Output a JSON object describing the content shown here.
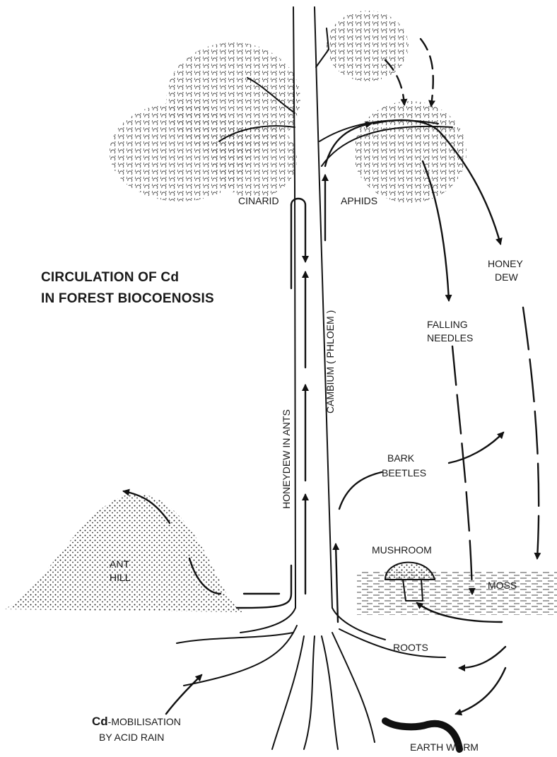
{
  "title": {
    "line1": "CIRCULATION OF Cd",
    "line2": "IN FOREST BIOCOENOSIS"
  },
  "labels": {
    "cinarid": "CINARID",
    "aphids": "APHIDS",
    "honey_dew_1": "HONEY",
    "honey_dew_2": "DEW",
    "falling_needles_1": "FALLING",
    "falling_needles_2": "NEEDLES",
    "honeydew_in_ants": "HONEYDEW IN ANTS",
    "cambium": "CAMBIUM ( PHLOEM )",
    "bark_beetles_1": "BARK",
    "bark_beetles_2": "BEETLES",
    "ant_hill_1": "ANT",
    "ant_hill_2": "HILL",
    "mushroom": "MUSHROOM",
    "moss": "MOSS",
    "roots": "ROOTS",
    "cd_mobilisation_cd": "Cd",
    "cd_mobilisation_rest": "-MOBILISATION",
    "cd_mobilisation_2": "BY ACID RAIN",
    "earth_worm": "EARTH WORM"
  }
}
